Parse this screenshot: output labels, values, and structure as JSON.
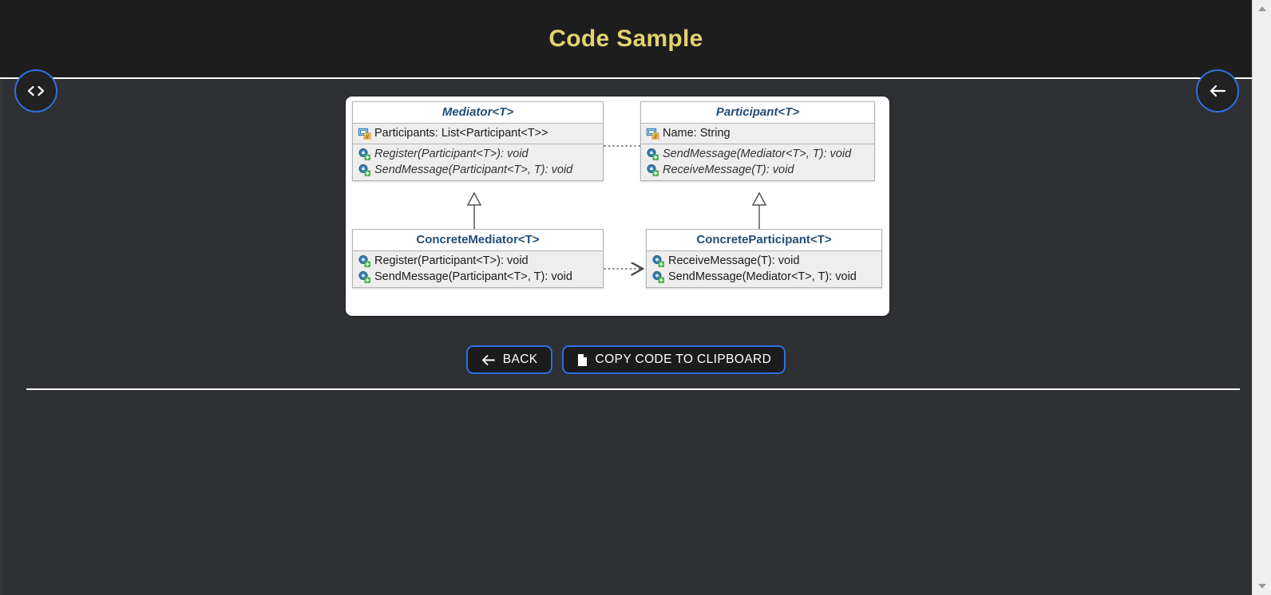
{
  "header": {
    "title": "Code Sample",
    "title_color": "#e3d26f",
    "background_color": "#1d1d1d"
  },
  "fab": {
    "code_icon": "code-brackets-icon",
    "code_label": "<>",
    "back_icon": "arrow-left-icon",
    "back_label": "←",
    "accent_color": "#2f6fe0"
  },
  "diagram": {
    "type": "uml-class-diagram",
    "pattern": "Mediator",
    "classes": [
      {
        "name": "Mediator<T>",
        "abstract": true,
        "fields": [
          {
            "icon": "protected-field-icon",
            "text": "Participants: List<Participant<T>>"
          }
        ],
        "methods": [
          {
            "icon": "public-method-icon",
            "text": "Register(Participant<T>): void",
            "abstract": true
          },
          {
            "icon": "public-method-icon",
            "text": "SendMessage(Participant<T>, T): void",
            "abstract": true
          }
        ]
      },
      {
        "name": "Participant<T>",
        "abstract": true,
        "fields": [
          {
            "icon": "protected-field-icon",
            "text": "Name: String"
          }
        ],
        "methods": [
          {
            "icon": "public-method-icon",
            "text": "SendMessage(Mediator<T>, T): void",
            "abstract": true
          },
          {
            "icon": "public-method-icon",
            "text": "ReceiveMessage(T): void",
            "abstract": true
          }
        ]
      },
      {
        "name": "ConcreteMediator<T>",
        "abstract": false,
        "fields": [],
        "methods": [
          {
            "icon": "public-method-icon",
            "text": "Register(Participant<T>): void",
            "abstract": false
          },
          {
            "icon": "public-method-icon",
            "text": "SendMessage(Participant<T>, T): void",
            "abstract": false
          }
        ]
      },
      {
        "name": "ConcreteParticipant<T>",
        "abstract": false,
        "fields": [],
        "methods": [
          {
            "icon": "public-method-icon",
            "text": "ReceiveMessage(T): void",
            "abstract": false
          },
          {
            "icon": "public-method-icon",
            "text": "SendMessage(Mediator<T>, T): void",
            "abstract": false
          }
        ]
      }
    ],
    "relations": [
      {
        "kind": "dependency",
        "from": "Participant<T>",
        "to": "Mediator<T>"
      },
      {
        "kind": "dependency",
        "from": "ConcreteMediator<T>",
        "to": "ConcreteParticipant<T>"
      },
      {
        "kind": "generalization",
        "from": "ConcreteMediator<T>",
        "to": "Mediator<T>"
      },
      {
        "kind": "generalization",
        "from": "ConcreteParticipant<T>",
        "to": "Participant<T>"
      }
    ]
  },
  "actions": {
    "back_label": "BACK",
    "back_icon": "arrow-left-icon",
    "copy_label": "COPY CODE TO CLIPBOARD",
    "copy_icon": "document-copy-icon"
  }
}
